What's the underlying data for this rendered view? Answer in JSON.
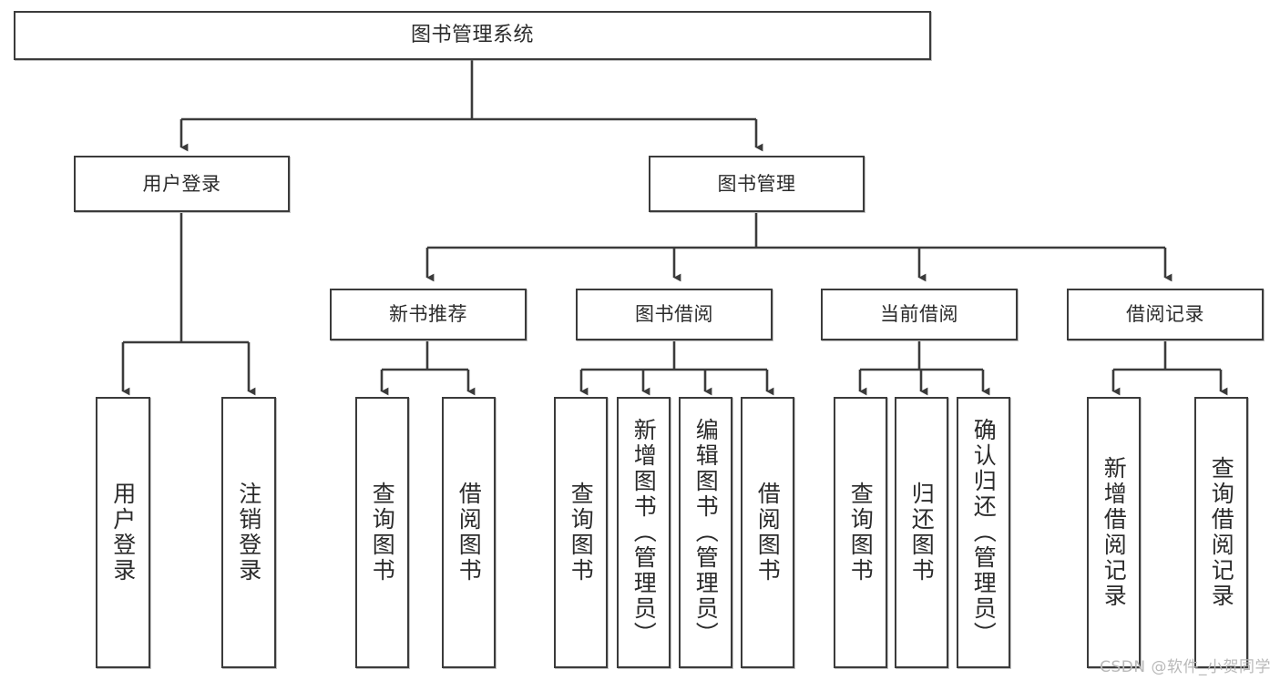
{
  "diagram": {
    "title": "图书管理系统",
    "watermark": "CSDN @软件_小贺同学",
    "edge_color": "#3b3b3b",
    "box_border_color": "#3b3b3b",
    "background": "#ffffff",
    "levels": {
      "root": {
        "label": "图书管理系统"
      },
      "level2": [
        {
          "id": "user-login",
          "label": "用户登录"
        },
        {
          "id": "book-management",
          "label": "图书管理"
        }
      ],
      "level3": [
        {
          "id": "new-book-recommend",
          "label": "新书推荐"
        },
        {
          "id": "book-borrow",
          "label": "图书借阅"
        },
        {
          "id": "current-borrow",
          "label": "当前借阅"
        },
        {
          "id": "borrow-record",
          "label": "借阅记录"
        }
      ],
      "leaves": {
        "user_login": [
          {
            "id": "leaf-user-login",
            "label": "用户登录"
          },
          {
            "id": "leaf-logout-login",
            "label": "注销登录"
          }
        ],
        "new_book_recommend": [
          {
            "id": "leaf-query-book-1",
            "label": "查询图书"
          },
          {
            "id": "leaf-borrow-book-1",
            "label": "借阅图书"
          }
        ],
        "book_borrow": [
          {
            "id": "leaf-query-book-2",
            "label": "查询图书"
          },
          {
            "id": "leaf-add-book",
            "label": "新增图书（管理员）"
          },
          {
            "id": "leaf-edit-book",
            "label": "编辑图书（管理员）"
          },
          {
            "id": "leaf-borrow-book-2",
            "label": "借阅图书"
          }
        ],
        "current_borrow": [
          {
            "id": "leaf-query-book-3",
            "label": "查询图书"
          },
          {
            "id": "leaf-return-book",
            "label": "归还图书"
          },
          {
            "id": "leaf-confirm-return",
            "label": "确认归还（管理员）"
          }
        ],
        "borrow_record": [
          {
            "id": "leaf-add-record",
            "label": "新增借阅记录"
          },
          {
            "id": "leaf-query-record",
            "label": "查询借阅记录"
          }
        ]
      }
    }
  }
}
